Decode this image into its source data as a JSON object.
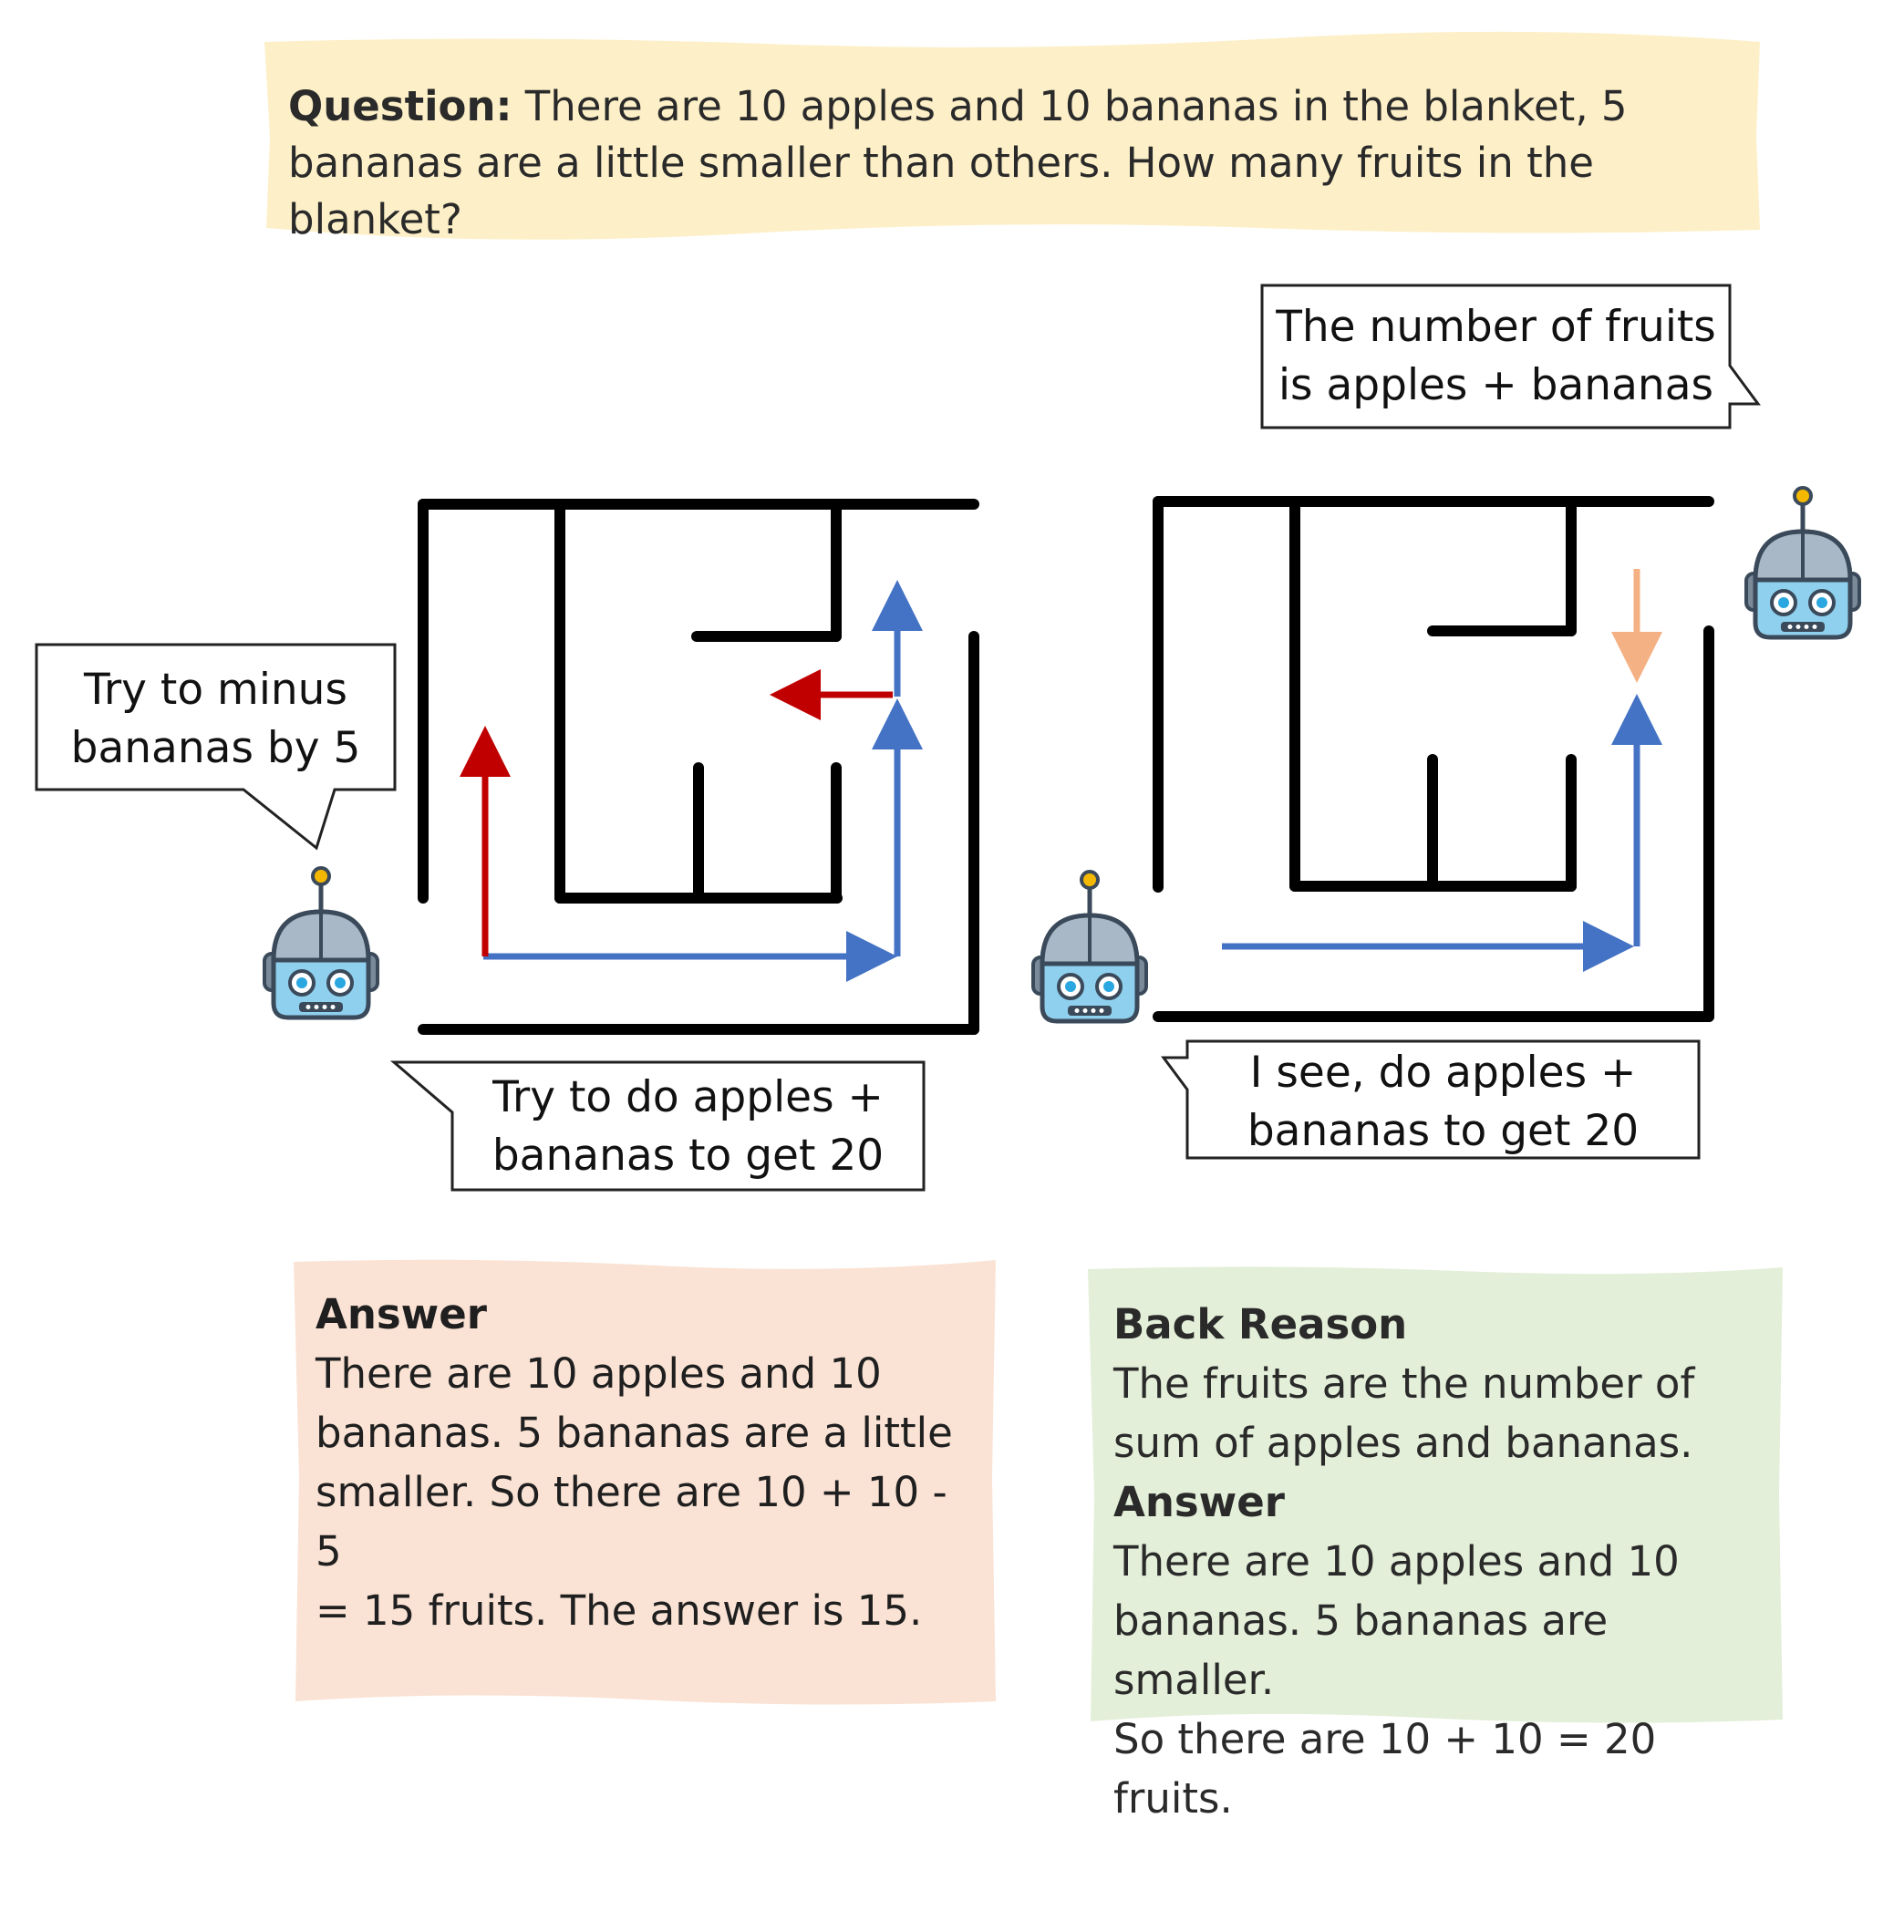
{
  "question": {
    "label": "Question:",
    "text": "There are 10 apples and 10 bananas in the blanket, 5 bananas are a little smaller than others. How many fruits in the blanket?"
  },
  "bubbles": {
    "left_top": {
      "line1": "Try to minus",
      "line2": "bananas by 5"
    },
    "left_bottom": {
      "line1": "Try to do apples +",
      "line2": "bananas to get 20"
    },
    "right_top": {
      "line1": "The number of fruits",
      "line2": "is apples + bananas"
    },
    "right_bottom": {
      "line1": "I see, do apples +",
      "line2": "bananas to get 20"
    }
  },
  "answer_left": {
    "heading": "Answer",
    "lines": [
      "There are 10 apples and 10",
      "bananas. 5 bananas are a little",
      "smaller. So there are 10 + 10 - 5",
      "= 15 fruits. The answer is 15."
    ]
  },
  "answer_right": {
    "reason_heading": "Back Reason",
    "reason_lines": [
      "The fruits are the number of",
      "sum of apples and bananas."
    ],
    "answer_heading": "Answer",
    "answer_lines": [
      "There are 10 apples and 10",
      "bananas. 5 bananas are smaller.",
      "So there are 10 + 10 = 20 fruits."
    ]
  },
  "colors": {
    "question_bg": "#fdf0c8",
    "answer_left_bg": "#fae3d5",
    "answer_right_bg": "#e3efd8",
    "maze_wall": "#000000",
    "path_blue": "#4472c4",
    "path_red": "#c00000",
    "path_orange": "#f4b183",
    "robot_face": "#8fd0ee",
    "robot_dark": "#3b4a5a",
    "robot_antenna": "#f5b800"
  },
  "icons": [
    "robot-icon"
  ]
}
